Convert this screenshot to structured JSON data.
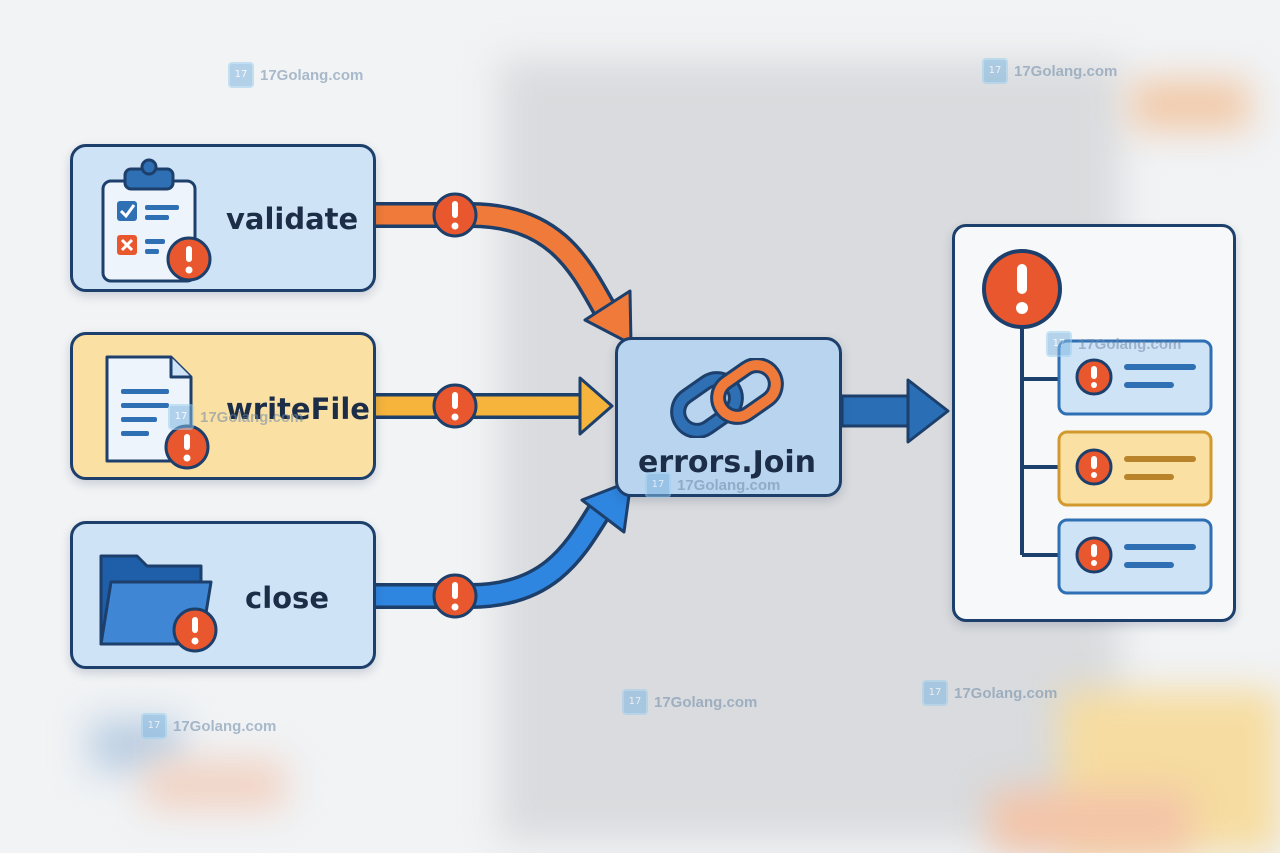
{
  "sources": {
    "validate": {
      "label": "validate"
    },
    "writefile": {
      "label": "writeFile"
    },
    "close": {
      "label": "close"
    }
  },
  "center": {
    "label": "errors.Join"
  },
  "watermark": {
    "site": "17Golang.com",
    "logo": "17Golang logo"
  },
  "colors": {
    "node_blue": "#cfe3f7",
    "node_yellow": "#fbe0a3",
    "arrow_orange": "#f07a3a",
    "arrow_yellow": "#f6b43c",
    "arrow_blue": "#2f86e0",
    "error_red": "#e9572e",
    "border_navy": "#1d3f6b"
  },
  "icons": [
    "clipboard-icon",
    "document-icon",
    "folder-icon",
    "chain-link-icon",
    "error-alert-icon"
  ]
}
